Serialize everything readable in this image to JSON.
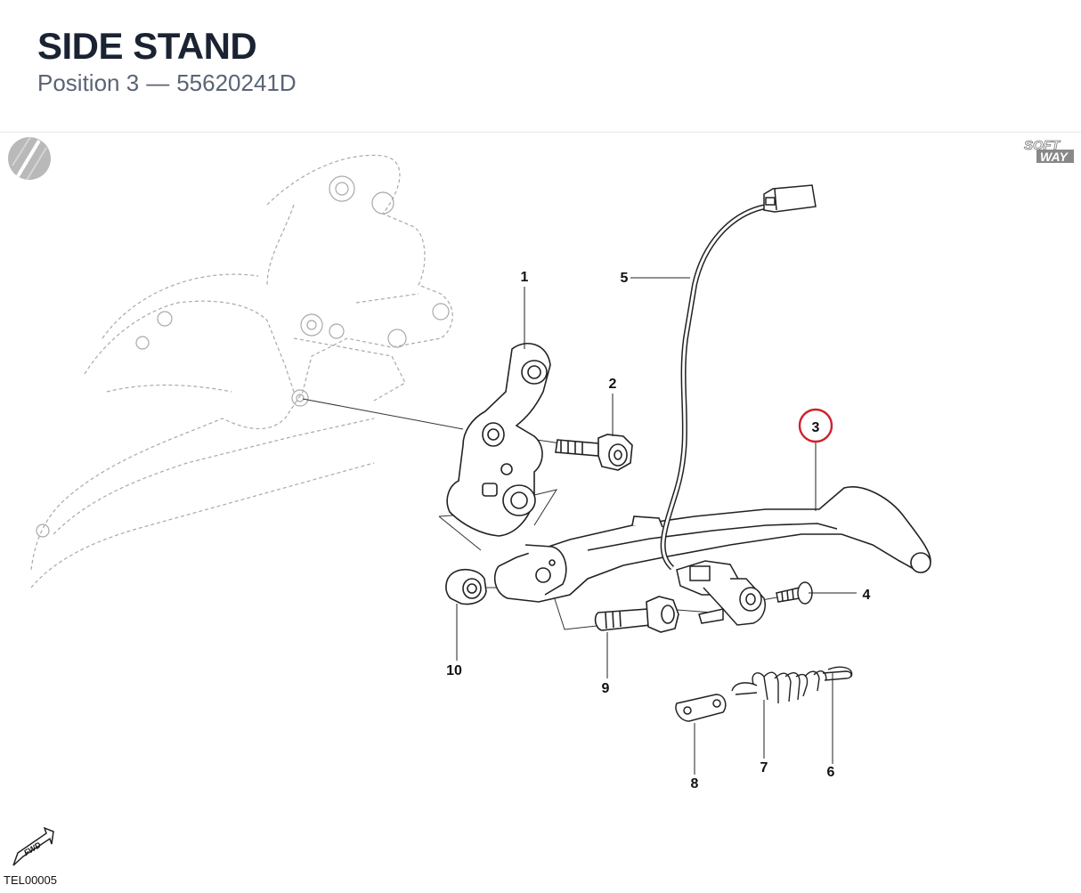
{
  "header": {
    "title": "SIDE STAND",
    "position_label": "Position 3",
    "part_number": "55620241D"
  },
  "diagram": {
    "reference_code": "TEL00005",
    "fwd_label": "FWD",
    "brand_line1": "SOFT",
    "brand_line2": "WAY",
    "highlight_color": "#d0202e",
    "callouts": {
      "c1": "1",
      "c2": "2",
      "c3": "3",
      "c4": "4",
      "c5": "5",
      "c6": "6",
      "c7": "7",
      "c8": "8",
      "c9": "9",
      "c10": "10"
    }
  }
}
